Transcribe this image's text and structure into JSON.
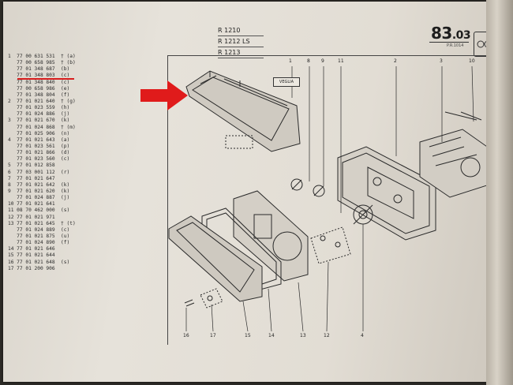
{
  "header": {
    "models": [
      "R 1210",
      "R 1212 LS",
      "R 1213"
    ],
    "page_number_main": "83",
    "page_number_sub": ".03",
    "page_ref": "P.R.1014"
  },
  "parts": [
    "1  77 00 631 531  † (a)",
    "   77 00 658 985  † (b)",
    "   77 01 348 687  (b)",
    "   77 01 348 803  (c)",
    "   77 01 348 840  (c)",
    "   77 00 658 986  (e)",
    "   77 01 348 804  (f)",
    "2  77 01 021 640  † (g)",
    "   77 01 023 559  (h)",
    "   77 01 024 886  (j)",
    "3  77 01 021 670  (k)",
    "   77 01 024 868  † (m)",
    "   77 01 025 906  (n)",
    "4  77 01 021 643  (a)",
    "   77 01 023 561  (p)",
    "   77 01 021 866  (d)",
    "   77 01 023 560  (c)",
    "5  77 01 012 858",
    "6  77 03 001 112  (r)",
    "7  77 01 021 647",
    "8  77 01 021 642  (k)",
    "9  77 01 021 620  (k)",
    "   77 01 024 887  (j)",
    "10 77 01 021 641",
    "11 08 70 462 000  (s)",
    "12 77 01 021 971",
    "13 77 01 021 645  † (t)",
    "   77 01 024 889  (c)",
    "   77 01 021 875  (u)",
    "   77 01 024 890  (f)",
    "14 77 01 021 646",
    "15 77 01 021 644",
    "16 77 01 021 648  (s)",
    "17 77 01 200 906"
  ],
  "diagram": {
    "brand_label": "VEGLIA",
    "callouts": [
      "1",
      "8",
      "9",
      "11",
      "2",
      "3",
      "10",
      "16",
      "17",
      "15",
      "14",
      "13",
      "12",
      "4"
    ]
  },
  "colors": {
    "highlight": "#e01b1b",
    "paper": "#e2ddd4",
    "ink": "#2b2b2b"
  }
}
